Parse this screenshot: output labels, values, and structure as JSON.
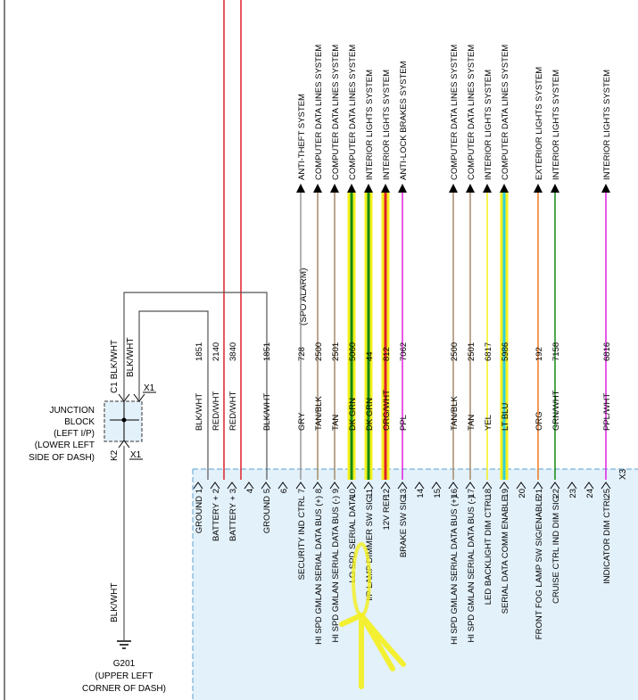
{
  "junction_block": {
    "lines": [
      "JUNCTION",
      "BLOCK",
      "(LEFT I/P)",
      "(LOWER LEFT",
      "SIDE OF DASH)"
    ],
    "connector_top": "C1",
    "connector_bottom": "K2",
    "x1_top": "X1",
    "x1_bottom": "X1",
    "wire_top_left": "BLK/WHT",
    "wire_top_right": "BLK/WHT",
    "wire_down": "BLK/WHT"
  },
  "ground": {
    "id": "G201",
    "lines": [
      "(UPPER LEFT",
      "CORNER OF DASH)"
    ]
  },
  "spo_alarm": "(SPO ALARM)",
  "connector_x3": "X3",
  "colors": {
    "panel": "#e3f1fa",
    "highlight": "#f4f01c",
    "grn": "#138a13",
    "red": "#e0202a",
    "tan": "#a58a6a",
    "gray": "#999999",
    "ppl": "#e020e0",
    "org": "#f07820",
    "ltblu": "#30d0e0"
  },
  "pins": [
    {
      "pin": "1",
      "color": "BLK/WHT",
      "circuit": "1851",
      "function": "GROUND"
    },
    {
      "pin": "2",
      "color": "RED/WHT",
      "circuit": "2140",
      "function": "BATTERY +"
    },
    {
      "pin": "3",
      "color": "RED/WHT",
      "circuit": "3840",
      "function": "BATTERY +"
    },
    {
      "pin": "4",
      "color": "",
      "circuit": "",
      "function": ""
    },
    {
      "pin": "5",
      "color": "BLK/WHT",
      "circuit": "1851",
      "function": "GROUND"
    },
    {
      "pin": "6",
      "color": "",
      "circuit": "",
      "function": ""
    },
    {
      "pin": "7",
      "color": "GRY",
      "circuit": "728",
      "function": "SECURITY IND CTRL",
      "system": "ANTI-THEFT SYSTEM"
    },
    {
      "pin": "8",
      "color": "TAN/BLK",
      "circuit": "2500",
      "function": "HI SPD GMLAN SERIAL DATA BUS (+)",
      "system": "COMPUTER DATA LINES SYSTEM"
    },
    {
      "pin": "9",
      "color": "TAN",
      "circuit": "2501",
      "function": "HI SPD GMLAN SERIAL DATA BUS (-)",
      "system": "COMPUTER DATA LINES SYSTEM"
    },
    {
      "pin": "10",
      "color": "DK GRN",
      "circuit": "5060",
      "function": "LO SPD SERIAL DATA",
      "system": "COMPUTER DATA LINES SYSTEM"
    },
    {
      "pin": "11",
      "color": "DK GRN",
      "circuit": "44",
      "function": "I/P LAMP DIMMER SW SIG",
      "system": "INTERIOR LIGHTS SYSTEM"
    },
    {
      "pin": "12",
      "color": "ORG/WHT",
      "circuit": "812",
      "function": "12V REF",
      "system": "INTERIOR LIGHTS SYSTEM"
    },
    {
      "pin": "13",
      "color": "PPL",
      "circuit": "7062",
      "function": "BRAKE SW SIG",
      "system": "ANTI-LOCK BRAKES SYSTEM"
    },
    {
      "pin": "14",
      "color": "",
      "circuit": "",
      "function": ""
    },
    {
      "pin": "15",
      "color": "",
      "circuit": "",
      "function": ""
    },
    {
      "pin": "16",
      "color": "TAN/BLK",
      "circuit": "2500",
      "function": "HI SPD GMLAN SERIAL DATA BUS (+)",
      "system": "COMPUTER DATA LINES SYSTEM"
    },
    {
      "pin": "17",
      "color": "TAN",
      "circuit": "2501",
      "function": "HI SPD GMLAN SERIAL DATA BUS (-)",
      "system": "COMPUTER DATA LINES SYSTEM"
    },
    {
      "pin": "18",
      "color": "YEL",
      "circuit": "6817",
      "function": "LED BACKLIGHT DIM CTRL",
      "system": "INTERIOR LIGHTS SYSTEM"
    },
    {
      "pin": "19",
      "color": "LT BLU",
      "circuit": "5986",
      "function": "SERIAL DATA COMM ENABLE",
      "system": "COMPUTER DATA LINES SYSTEM"
    },
    {
      "pin": "20",
      "color": "",
      "circuit": "",
      "function": ""
    },
    {
      "pin": "21",
      "color": "ORG",
      "circuit": "192",
      "function": "FRONT FOG LAMP SW SIG/ENABLE",
      "system": "EXTERIOR LIGHTS SYSTEM"
    },
    {
      "pin": "22",
      "color": "GRN/WHT",
      "circuit": "7158",
      "function": "CRUISE CTRL IND DIM SIG",
      "system": "INTERIOR LIGHTS SYSTEM"
    },
    {
      "pin": "23",
      "color": "",
      "circuit": "",
      "function": ""
    },
    {
      "pin": "24",
      "color": "",
      "circuit": "",
      "function": ""
    },
    {
      "pin": "25",
      "color": "PPL/WHT",
      "circuit": "6816",
      "function": "INDICATOR DIM CTRL",
      "system": "INTERIOR LIGHTS SYSTEM"
    }
  ]
}
